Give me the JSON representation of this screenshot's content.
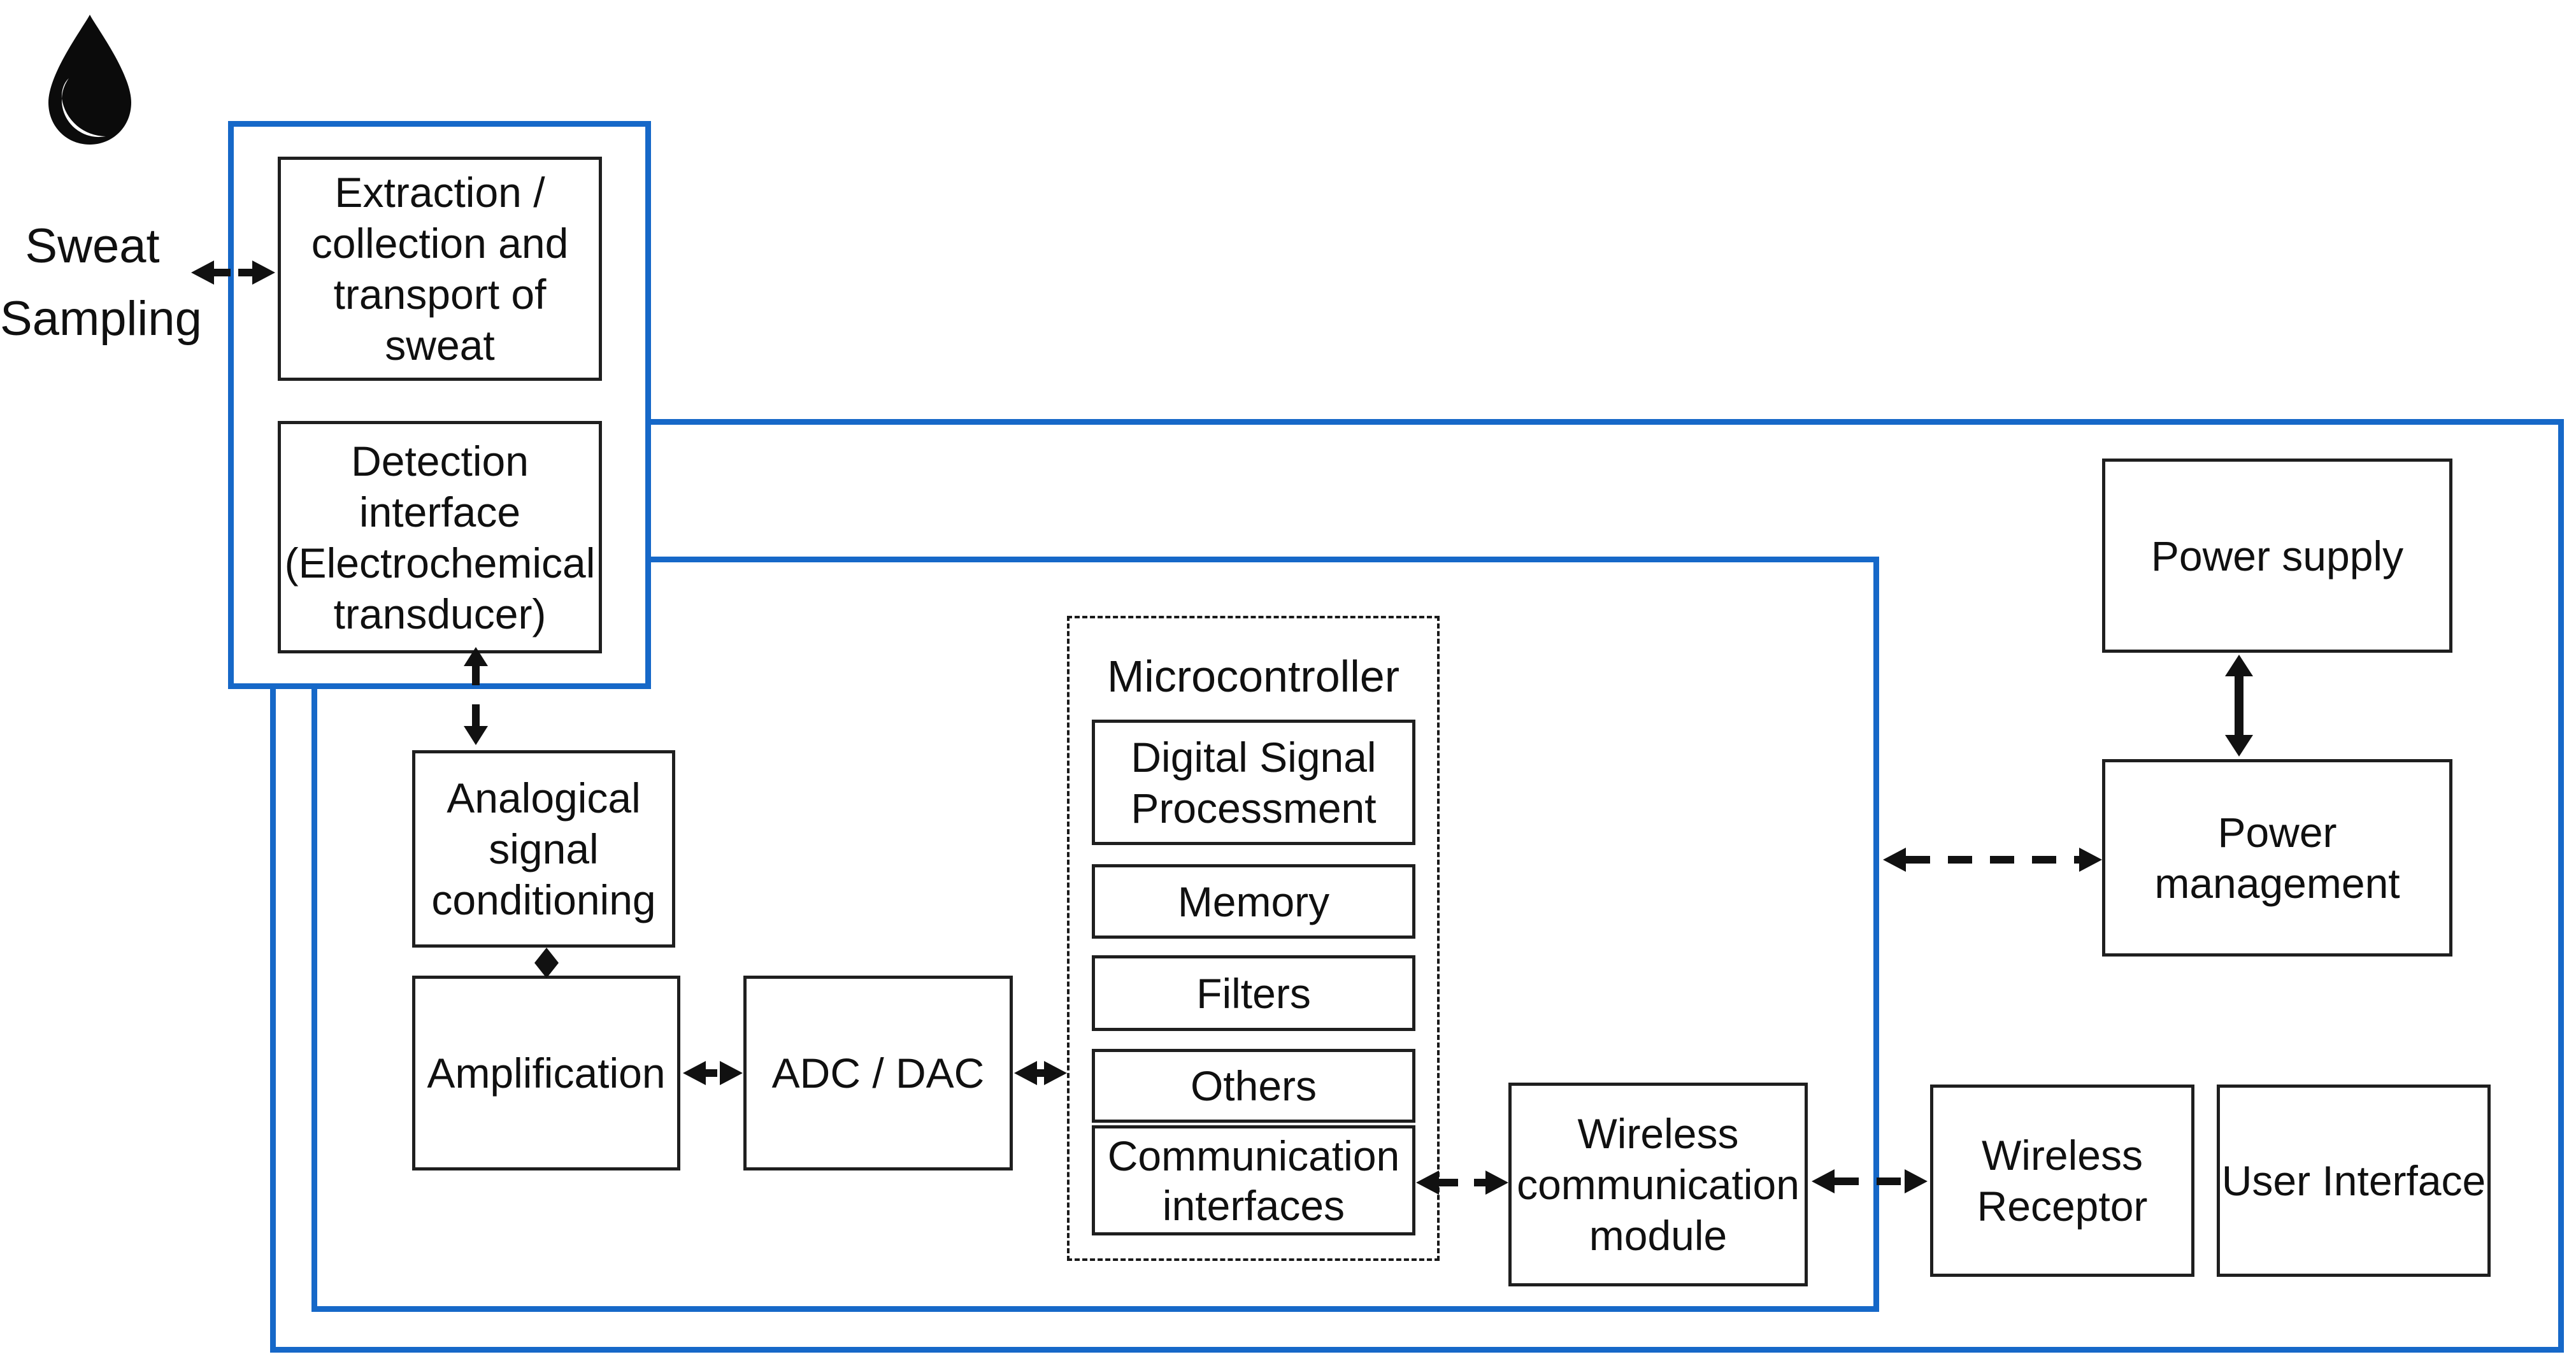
{
  "colors": {
    "accent_blue": "#1668c8",
    "box_border": "#1f1f1f",
    "text": "#101010",
    "arrow": "#111111",
    "background": "#ffffff"
  },
  "icons": {
    "droplet": "sweat-drop-icon"
  },
  "sampling": {
    "label": {
      "line1": "Sweat",
      "line2": "Sampling"
    }
  },
  "sensor_module": {
    "extraction": {
      "lines": [
        "Extraction /",
        "collection and",
        "transport of",
        "sweat"
      ]
    },
    "detection": {
      "lines": [
        "Detection",
        "interface",
        "(Electrochemical",
        "transducer)"
      ]
    }
  },
  "processing": {
    "analogical": {
      "lines": [
        "Analogical",
        "signal",
        "conditioning"
      ]
    },
    "amplification": {
      "label": "Amplification"
    },
    "adc_dac": {
      "label": "ADC / DAC"
    },
    "microcontroller": {
      "title": "Microcontroller",
      "dsp": {
        "lines": [
          "Digital Signal",
          "Processment"
        ]
      },
      "memory": {
        "label": "Memory"
      },
      "filters": {
        "label": "Filters"
      },
      "others": {
        "label": "Others"
      },
      "comm_interfaces": {
        "lines": [
          "Communication",
          "interfaces"
        ]
      }
    },
    "wireless_module": {
      "lines": [
        "Wireless",
        "communication",
        "module"
      ]
    }
  },
  "power": {
    "supply": {
      "label": "Power supply"
    },
    "management": {
      "lines": [
        "Power",
        "management"
      ]
    }
  },
  "receiver": {
    "wireless_receptor": {
      "lines": [
        "Wireless",
        "Receptor"
      ]
    },
    "user_interface": {
      "label": "User Interface"
    }
  }
}
